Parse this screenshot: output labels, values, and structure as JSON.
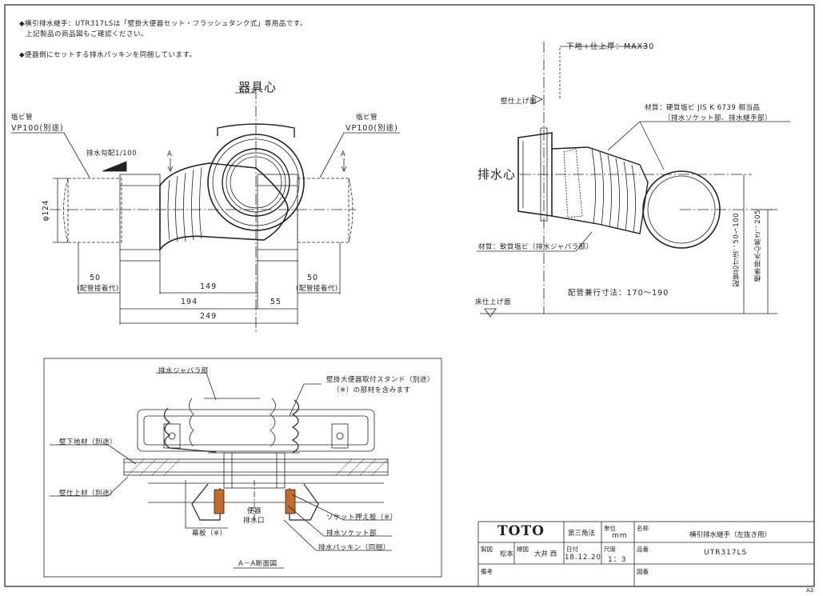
{
  "notes": {
    "line1": "◆横引排水継手：UTR317LSは「壁掛大便器セット・フラッシュタンク式」専用品です。",
    "line2": "上記製品の商品図もご確認ください。",
    "line3": "◆便器側にセットする排水パッキンを同梱しています。"
  },
  "plan_view": {
    "center_label": "器具心",
    "pipe_left_label": "塩ビ管",
    "pipe_left_spec": "VP100(別途)",
    "pipe_right_label": "塩ビ管",
    "pipe_right_spec": "VP100(別途)",
    "slope_label": "排水勾配1/100",
    "section_mark_left": "A",
    "section_mark_right": "A",
    "diameter": "φ124",
    "dim_left": "50",
    "dim_left_sub": "(配管接着代)",
    "dim_right": "50",
    "dim_right_sub": "(配管接着代)",
    "dim_149": "149",
    "dim_194": "194",
    "dim_55": "55",
    "dim_249": "249"
  },
  "side_view": {
    "top_label": "下地+仕上厚：MAX30",
    "wall_finish": "壁仕上げ面",
    "drain_center": "排水心",
    "material_hard": "材質：硬質塩ビ  JIS K 6739 相当品",
    "material_hard_sub": "（排水ソケット部、排水継手部）",
    "material_soft": "材質：軟質塩ビ（排水ジャバラ部）",
    "floor_finish": "床仕上げ面",
    "pipe_length": "配管兼行寸法：170〜190",
    "v_dim_1": "配管芯寸法：50〜100",
    "v_dim_2": "標準排水心高さ：205"
  },
  "section_view": {
    "bellows": "排水ジャバラ部",
    "stand_1": "壁掛大便器取付スタンド（別途）",
    "stand_2": "（※）の部材を含みます",
    "wall_base": "壁下地材（別途）",
    "wall_finish": "壁仕上材（別途）",
    "toilet_outlet_1": "便器",
    "toilet_outlet_2": "排水口",
    "socket_plate": "ソケット押え板（※）",
    "socket": "排水ソケット部",
    "packing": "排水パッキン（同梱）",
    "cover": "幕板（※）",
    "caption": "A－A断面図"
  },
  "title_block": {
    "logo": "TOTO",
    "projection": "第三角法",
    "unit_label": "単位",
    "unit": "mm",
    "name_label": "名称",
    "name": "横引排水継手（左抜き用）",
    "drawn_label": "製図",
    "drawn_by": "松本",
    "checked_label": "検図",
    "checked_by": "大井 西",
    "date_label": "日付",
    "date": "18.12.20",
    "scale_label": "尺度",
    "scale": "1：3",
    "code_label": "品番",
    "code": "UTR317LS",
    "remarks_label": "備考",
    "dwg_label": "図番",
    "sheet_size": "A3"
  }
}
